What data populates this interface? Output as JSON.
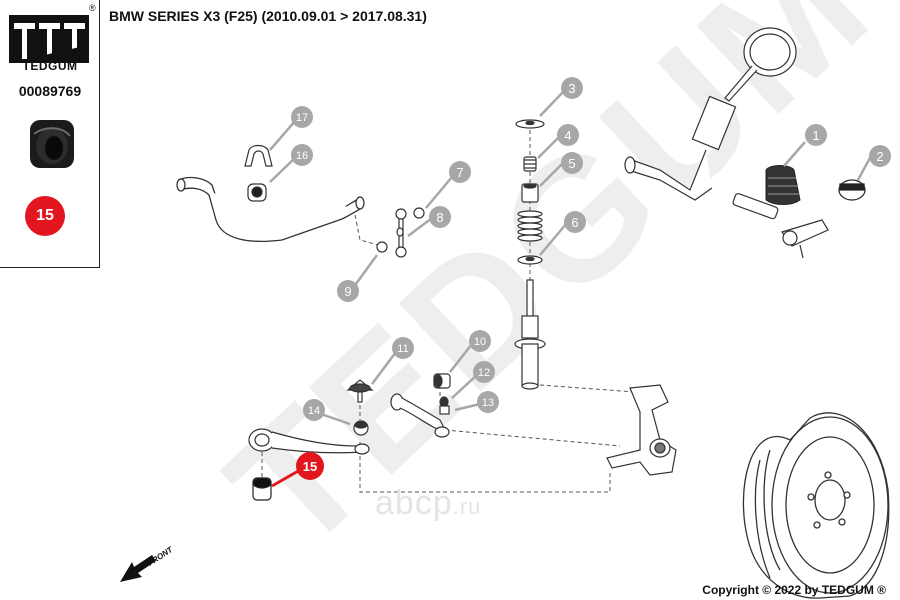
{
  "brand": {
    "name": "TEDGUM",
    "registered": "®"
  },
  "part_number": "00089769",
  "selected_part": "15",
  "vehicle_title": "BMW SERIES X3 (F25)  (2010.09.01 > 2017.08.31)",
  "callouts": [
    "1",
    "2",
    "3",
    "4",
    "5",
    "6",
    "7",
    "8",
    "9",
    "10",
    "11",
    "12",
    "13",
    "14",
    "15",
    "16",
    "17"
  ],
  "front_label": "FRONT",
  "watermark": {
    "main": "аbcp",
    "domain": ".ru",
    "large": "TEDGUM"
  },
  "copyright": "Copyright © 2022 by TEDGUM ®",
  "colors": {
    "badge_red": "#e3161f",
    "callout_grey": "#a7a7a7",
    "line": "#333333"
  }
}
